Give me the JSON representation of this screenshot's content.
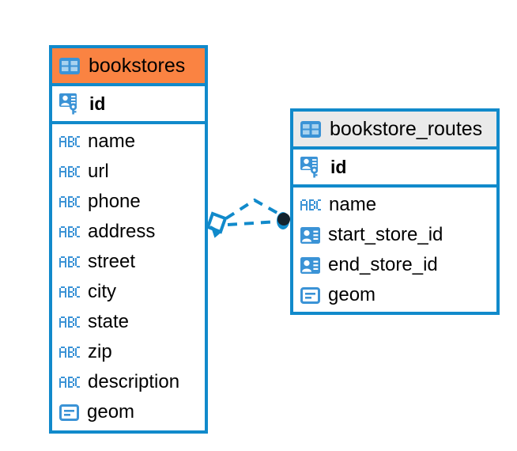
{
  "diagram": {
    "type": "entity-relationship-diagram",
    "background": "#ffffff",
    "accent_color": "#118acb",
    "highlight_color": "#fa8342",
    "header_plain_color": "#eaeaea"
  },
  "tables": [
    {
      "name": "bookstores",
      "header_icon": "table-icon",
      "header_style": "accent",
      "primary_key": {
        "label": "id",
        "icon": "primary-key-icon"
      },
      "fields": [
        {
          "label": "name",
          "icon": "text-type-icon",
          "type": "ABC"
        },
        {
          "label": "url",
          "icon": "text-type-icon",
          "type": "ABC"
        },
        {
          "label": "phone",
          "icon": "text-type-icon",
          "type": "ABC"
        },
        {
          "label": "address",
          "icon": "text-type-icon",
          "type": "ABC"
        },
        {
          "label": "street",
          "icon": "text-type-icon",
          "type": "ABC"
        },
        {
          "label": "city",
          "icon": "text-type-icon",
          "type": "ABC"
        },
        {
          "label": "state",
          "icon": "text-type-icon",
          "type": "ABC"
        },
        {
          "label": "zip",
          "icon": "text-type-icon",
          "type": "ABC"
        },
        {
          "label": "description",
          "icon": "text-type-icon",
          "type": "ABC"
        },
        {
          "label": "geom",
          "icon": "geometry-type-icon",
          "type": "geometry"
        }
      ]
    },
    {
      "name": "bookstore_routes",
      "header_icon": "table-icon",
      "header_style": "plain",
      "primary_key": {
        "label": "id",
        "icon": "primary-key-icon"
      },
      "fields": [
        {
          "label": "name",
          "icon": "text-type-icon",
          "type": "ABC"
        },
        {
          "label": "start_store_id",
          "icon": "foreign-key-icon",
          "type": "reference"
        },
        {
          "label": "end_store_id",
          "icon": "foreign-key-icon",
          "type": "reference"
        },
        {
          "label": "geom",
          "icon": "geometry-type-icon",
          "type": "geometry"
        }
      ]
    }
  ],
  "relationship": {
    "style": "dashed",
    "color": "#118acb",
    "source_endpoint": "diamond",
    "target_endpoint": "filled-circle",
    "target_endpoint_color": "#14232e"
  },
  "icon_text": {
    "abc": "ABC"
  }
}
